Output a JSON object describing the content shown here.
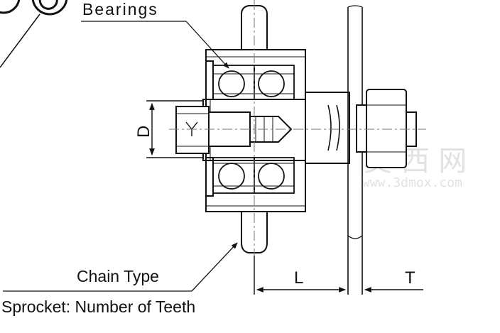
{
  "labels": {
    "bearings": "Bearings",
    "chain_type": "Chain Type",
    "sprocket": "Sprocket: Number of Teeth",
    "dim_d": "D",
    "dim_l": "L",
    "dim_t": "T"
  },
  "watermark": {
    "cn": "莫 西 网",
    "url": "www.3dmox.com"
  },
  "colors": {
    "line": "#111111",
    "center_line": "#777777",
    "watermark": "#e2e2e2"
  }
}
